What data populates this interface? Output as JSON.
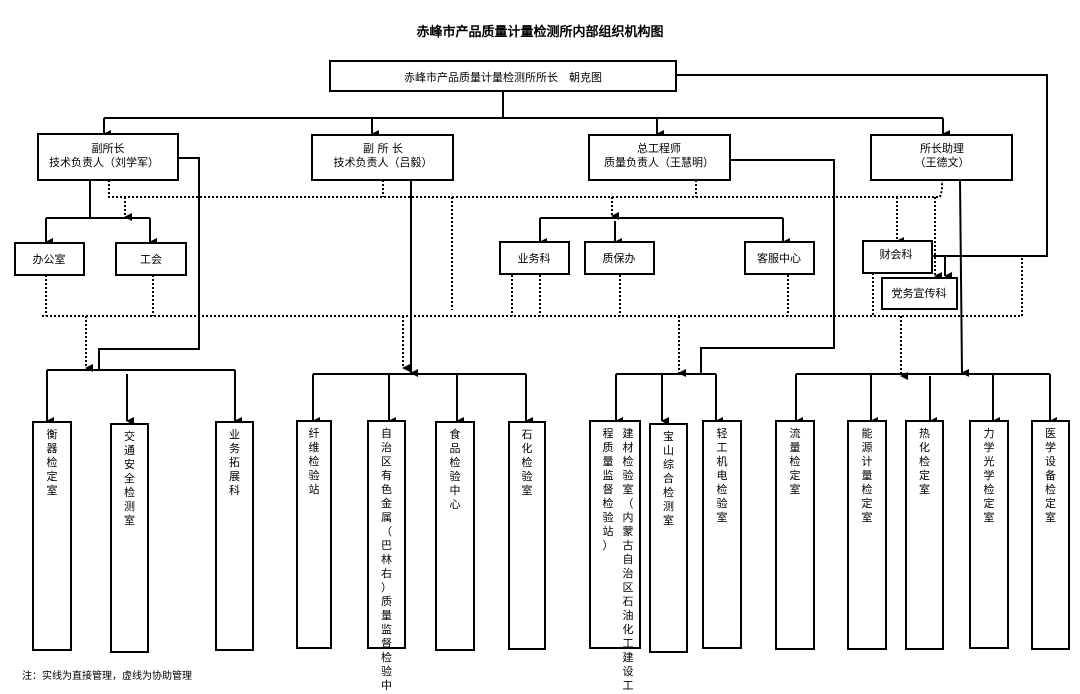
{
  "title": "赤峰市产品质量计量检测所内部组织机构图",
  "director": "赤峰市产品质量计量检测所所长　朝克图",
  "deputies": [
    {
      "line1": "副所长",
      "line2": "技术负责人（刘学军）"
    },
    {
      "line1": "副 所 长",
      "line2": "技术负责人（吕毅）"
    },
    {
      "line1": "总工程师",
      "line2": "质量负责人（王慧明）"
    },
    {
      "line1": "所长助理",
      "line2": "（王德文）"
    }
  ],
  "offices": {
    "office": "办公室",
    "union": "工会",
    "business": "业务科",
    "qa": "质保办",
    "service": "客服中心",
    "finance": "财会科",
    "party": "党务宣传科"
  },
  "units": [
    [
      "衡器检定室"
    ],
    [
      "交通安全检测室"
    ],
    [
      "业务拓展科"
    ],
    [
      "纤维检验站"
    ],
    [
      "自治区有色金属（巴林右）质量监督检验中心"
    ],
    [
      "食品检验中心"
    ],
    [
      "石化检验室"
    ],
    [
      "建材检验室（内蒙古自治区石油化工建设工",
      "程质量监督检验站）"
    ],
    [
      "宝山综合检测室"
    ],
    [
      "轻工机电检验室"
    ],
    [
      "流量检定室"
    ],
    [
      "能源计量检定室"
    ],
    [
      "热化检定室"
    ],
    [
      "力学光学检定室"
    ],
    [
      "医学设备检定室"
    ]
  ],
  "note": "注：实线为直接管理，虚线为协助管理"
}
